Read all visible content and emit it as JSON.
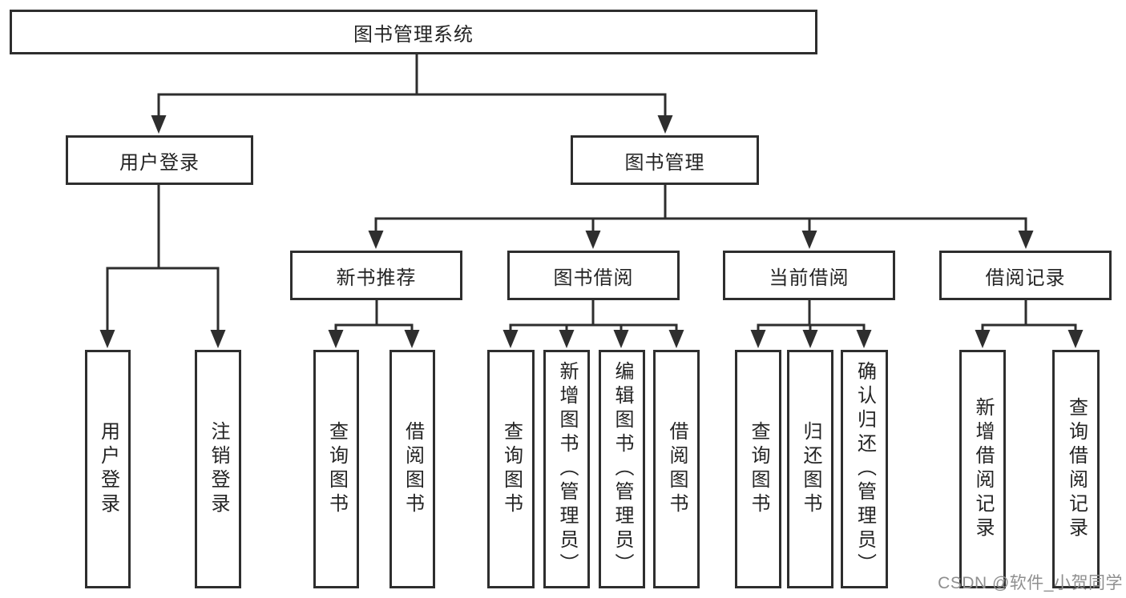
{
  "nodes": {
    "root": "图书管理系统",
    "user_login": "用户登录",
    "book_mgmt": "图书管理",
    "new_book_rec": "新书推荐",
    "book_borrow": "图书借阅",
    "current_borrow": "当前借阅",
    "borrow_record": "借阅记录",
    "leaf_user_login": "用户登录",
    "leaf_logout": "注销登录",
    "leaf_nb_query": "查询图书",
    "leaf_nb_borrow": "借阅图书",
    "leaf_bb_query": "查询图书",
    "leaf_bb_add": "新增图书（管理员）",
    "leaf_bb_edit": "编辑图书（管理员）",
    "leaf_bb_borrow": "借阅图书",
    "leaf_cb_query": "查询图书",
    "leaf_cb_return": "归还图书",
    "leaf_cb_confirm": "确认归还（管理员）",
    "leaf_br_add": "新增借阅记录",
    "leaf_br_query": "查询借阅记录"
  },
  "watermark": "CSDN @软件_小贺同学",
  "colors": {
    "line": "#2e2e2e",
    "text": "#242424",
    "watermark": "#8f8f8f",
    "background": "#ffffff"
  }
}
